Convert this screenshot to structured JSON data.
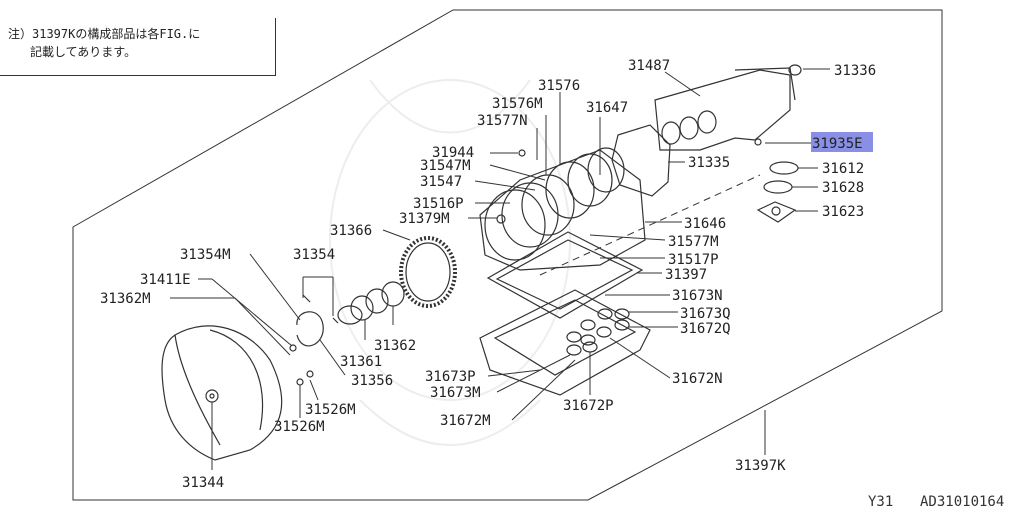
{
  "note": {
    "line1": "注）31397Kの構成部品は各FIG.に",
    "line2": "記載してあります。"
  },
  "highlight": {
    "color": "#8a8fe6"
  },
  "parts": {
    "p31336": "31336",
    "p31487": "31487",
    "p31935E": "31935E",
    "p31576": "31576",
    "p31576M": "31576M",
    "p31647": "31647",
    "p31577N": "31577N",
    "p31944": "31944",
    "p31547M": "31547M",
    "p31335": "31335",
    "p31612": "31612",
    "p31547": "31547",
    "p31628": "31628",
    "p31516P": "31516P",
    "p31623": "31623",
    "p31379M": "31379M",
    "p31646": "31646",
    "p31366": "31366",
    "p31577M": "31577M",
    "p31517P": "31517P",
    "p31354M": "31354M",
    "p31354": "31354",
    "p31397": "31397",
    "p31411E": "31411E",
    "p31673N": "31673N",
    "p31362M": "31362M",
    "p31673Q": "31673Q",
    "p31672Q": "31672Q",
    "p31362": "31362",
    "p31361": "31361",
    "p31356": "31356",
    "p31673P": "31673P",
    "p31672N": "31672N",
    "p31673M": "31673M",
    "p31526M_a": "31526M",
    "p31526M_b": "31526M",
    "p31672P": "31672P",
    "p31672M": "31672M",
    "p31344": "31344",
    "p31397K": "31397K"
  },
  "footer": {
    "code1": "Y31",
    "code2": "AD31010164"
  }
}
